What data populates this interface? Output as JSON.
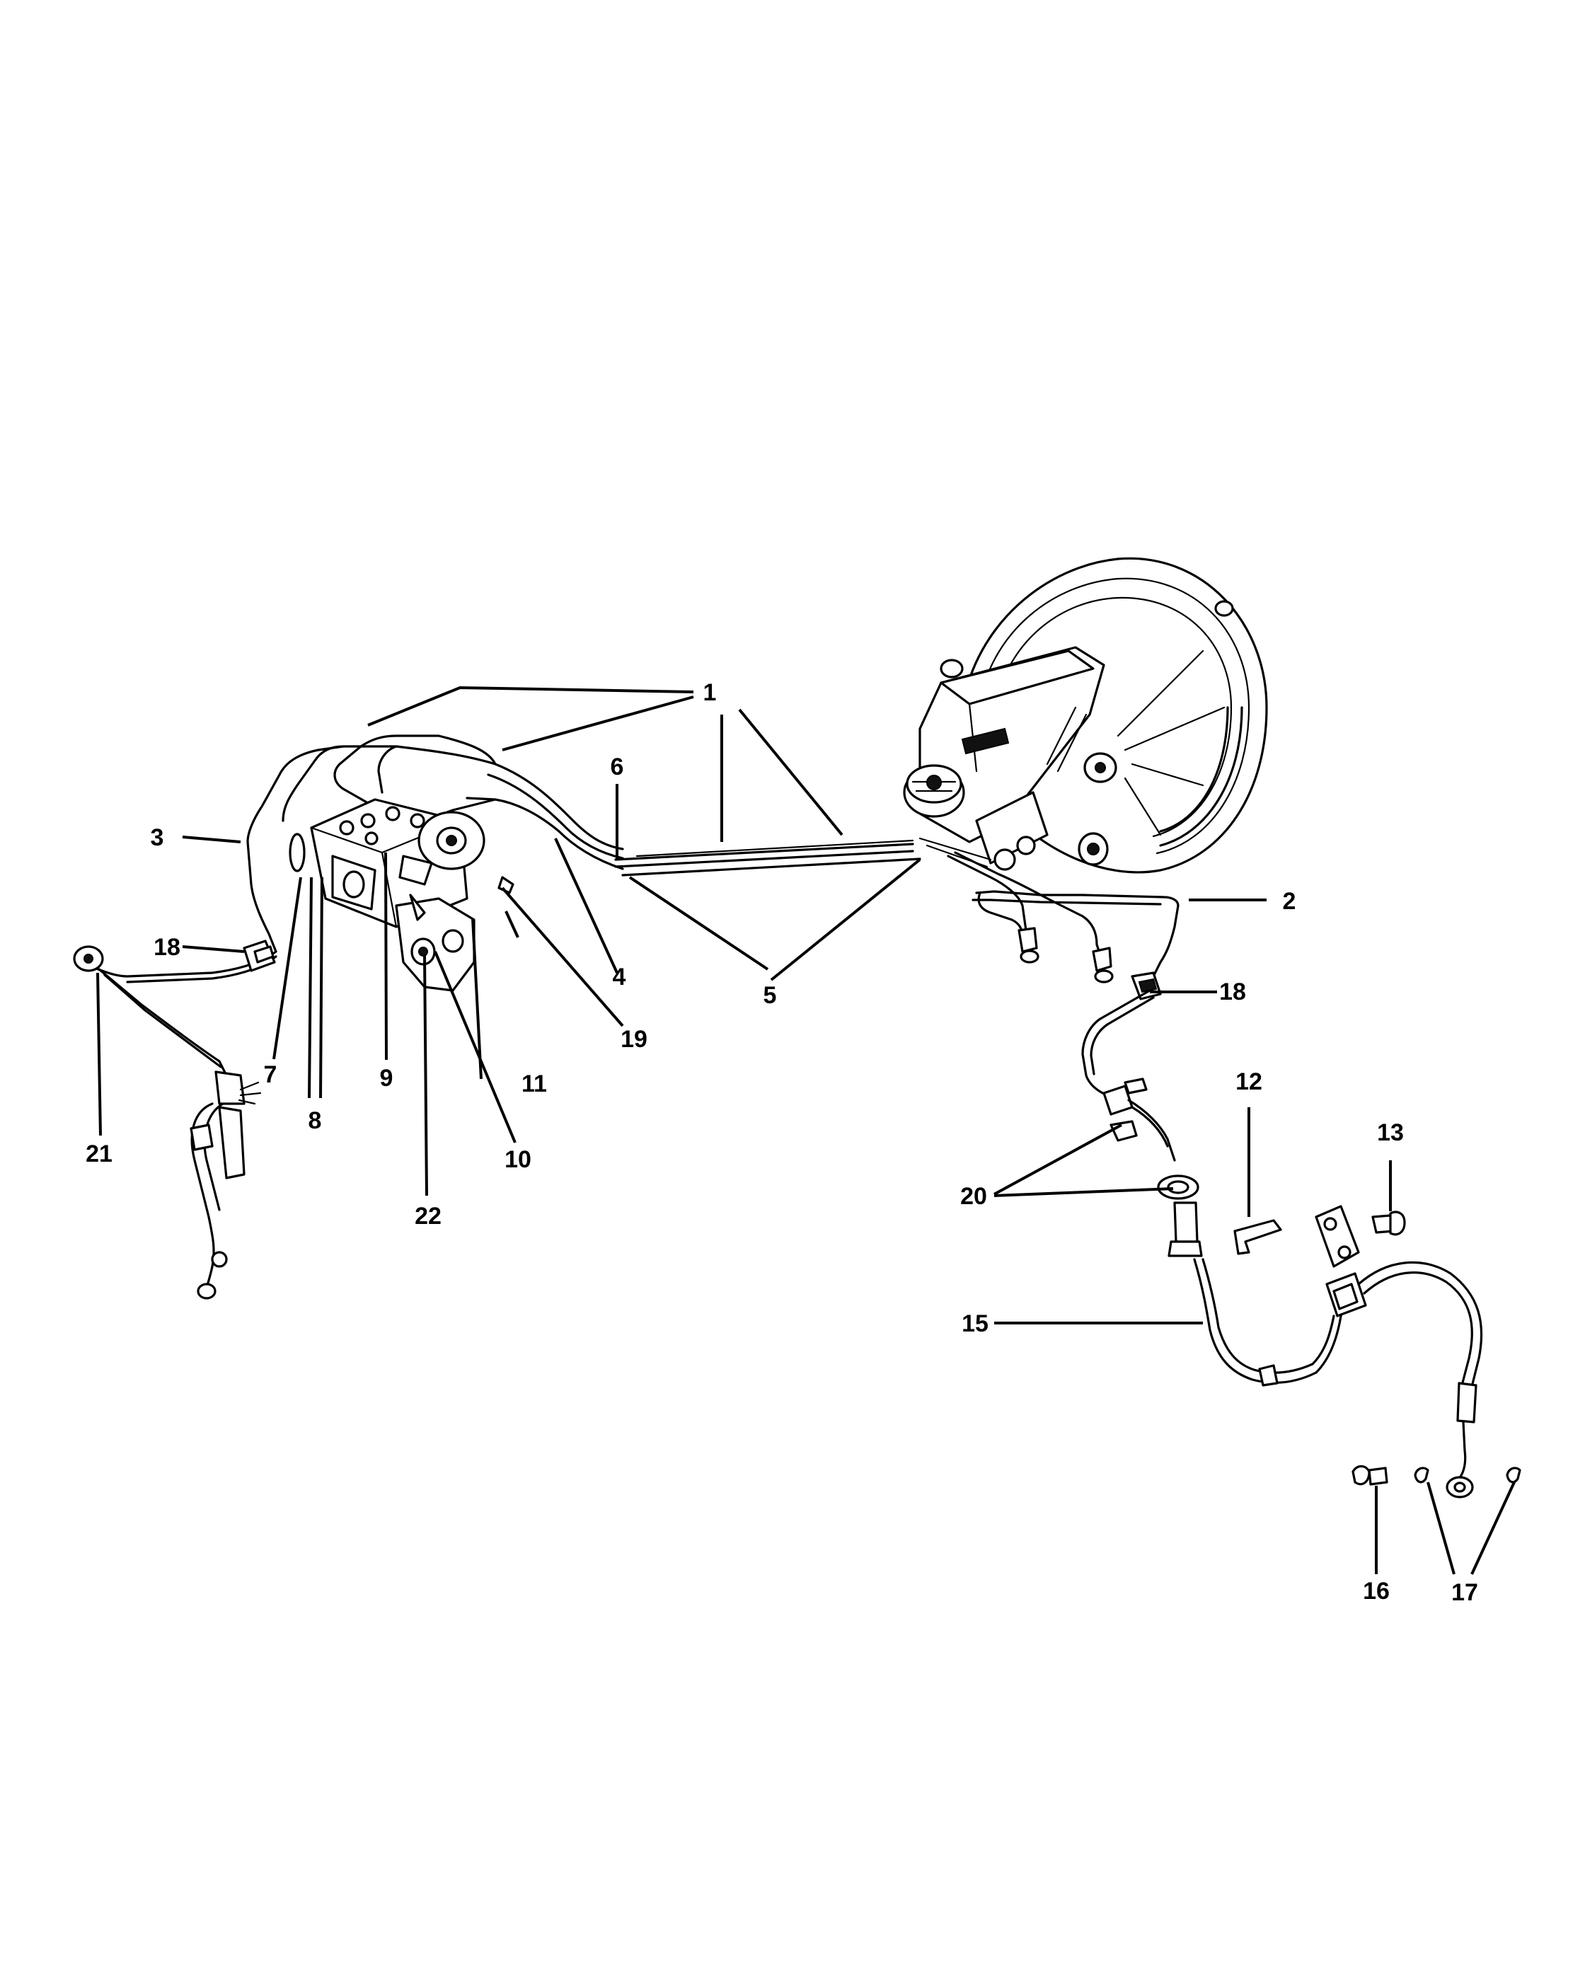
{
  "callouts": {
    "c1": "1",
    "c2": "2",
    "c3": "3",
    "c4": "4",
    "c5": "5",
    "c6": "6",
    "c7": "7",
    "c8": "8",
    "c9": "9",
    "c10": "10",
    "c11": "11",
    "c12": "12",
    "c13": "13",
    "c15": "15",
    "c16": "16",
    "c17": "17",
    "c18a": "18",
    "c18b": "18",
    "c19": "19",
    "c20": "20",
    "c21": "21",
    "c22": "22"
  },
  "colors": {
    "ink": "#000000",
    "paper": "#ffffff"
  }
}
